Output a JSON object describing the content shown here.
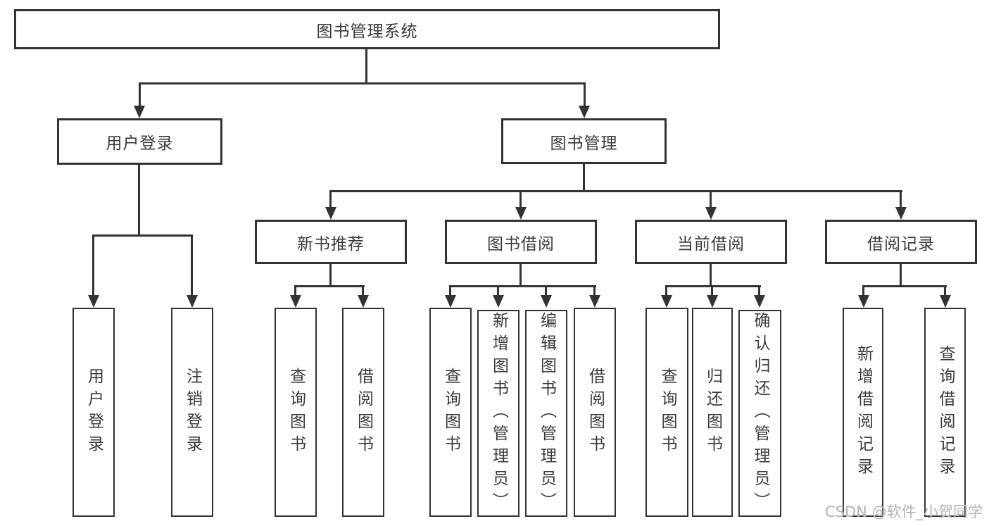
{
  "diagram_type": "hierarchy-tree",
  "colors": {
    "line": "#333333",
    "box_border": "#333333",
    "box_background": "#ffffff",
    "text": "#3a3a3a",
    "watermark": "#b3b3b3",
    "background": "#ffffff"
  },
  "tree": {
    "label": "图书管理系统",
    "children": [
      {
        "label": "用户登录",
        "children": [
          {
            "label": "用户登录"
          },
          {
            "label": "注销登录"
          }
        ]
      },
      {
        "label": "图书管理",
        "children": [
          {
            "label": "新书推荐",
            "children": [
              {
                "label": "查询图书"
              },
              {
                "label": "借阅图书"
              }
            ]
          },
          {
            "label": "图书借阅",
            "children": [
              {
                "label": "查询图书"
              },
              {
                "label": "新增图书（管理员）"
              },
              {
                "label": "编辑图书（管理员）"
              },
              {
                "label": "借阅图书"
              }
            ]
          },
          {
            "label": "当前借阅",
            "children": [
              {
                "label": "查询图书"
              },
              {
                "label": "归还图书"
              },
              {
                "label": "确认归还（管理员）"
              }
            ]
          },
          {
            "label": "借阅记录",
            "children": [
              {
                "label": "新增借阅记录"
              },
              {
                "label": "查询借阅记录"
              }
            ]
          }
        ]
      }
    ]
  },
  "watermark": "CSDN @软件_小贺同学"
}
